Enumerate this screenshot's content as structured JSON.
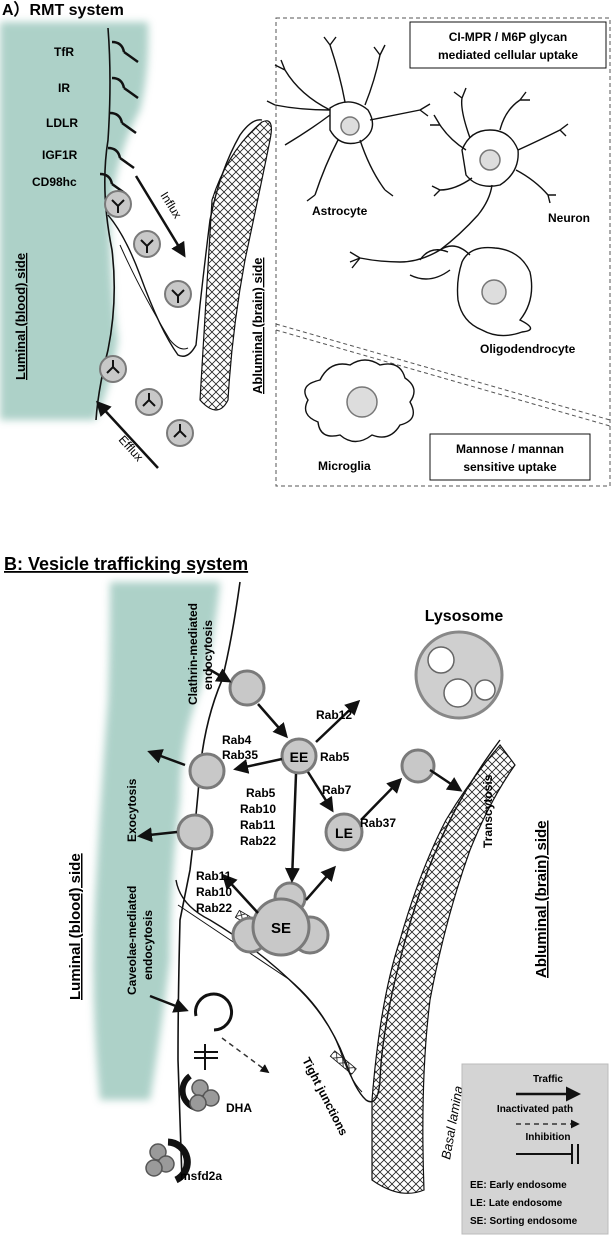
{
  "panel_a": {
    "title": "A）RMT system",
    "receptors": [
      "TfR",
      "IR",
      "LDLR",
      "IGF1R",
      "CD98hc"
    ],
    "influx_label": "Influx",
    "efflux_label": "Efflux",
    "luminal_label": "Luminal (blood) side",
    "abluminal_label": "Abluminal (brain) side",
    "uptake_box_1": [
      "CI-MPR / M6P glycan",
      "mediated cellular uptake"
    ],
    "uptake_box_2": [
      "Mannose / mannan",
      "sensitive uptake"
    ],
    "cells": {
      "astrocyte": "Astrocyte",
      "neuron": "Neuron",
      "oligodendrocyte": "Oligodendrocyte",
      "microglia": "Microglia"
    }
  },
  "panel_b": {
    "title": "B:  Vesicle trafficking system",
    "luminal_label": "Luminal (blood) side",
    "abluminal_label": "Abluminal (brain) side",
    "clathrin_label": [
      "Clathrin-mediated",
      "endocytosis"
    ],
    "exocytosis_label": "Exocytosis",
    "caveolae_label": [
      "Caveolae-mediated",
      "endocytosis"
    ],
    "transcytosis_label": "Transcytosis",
    "tight_junctions_label": "Tight junctions",
    "basal_lamina_label": "Basal lamina",
    "lysosome_label": "Lysosome",
    "ee_label": "EE",
    "le_label": "LE",
    "se_label": "SE",
    "rab_labels": {
      "rab12": "Rab12",
      "rab4": "Rab4",
      "rab35": "Rab35",
      "rab5_right": "Rab5",
      "rab7": "Rab7",
      "rab37": "Rab37",
      "ee_se": [
        "Rab5",
        "Rab10",
        "Rab11",
        "Rab22"
      ],
      "se_exo": [
        "Rab11",
        "Rab10",
        "Rab22"
      ]
    },
    "dha_label": "DHA",
    "msfd2a_label": "msfd2a",
    "legend": {
      "traffic": "Traffic",
      "inactivated": "Inactivated path",
      "inhibition": "Inhibition",
      "ee_def": "EE: Early endosome",
      "le_def": "LE: Late endosome",
      "se_def": "SE: Sorting endosome"
    }
  },
  "colors": {
    "blood_teal": "#9fc9bf",
    "vesicle_fill": "#c8c8c8",
    "vesicle_stroke": "#7a7a7a",
    "legend_bg": "#d4d4d4",
    "ink": "#111111"
  }
}
